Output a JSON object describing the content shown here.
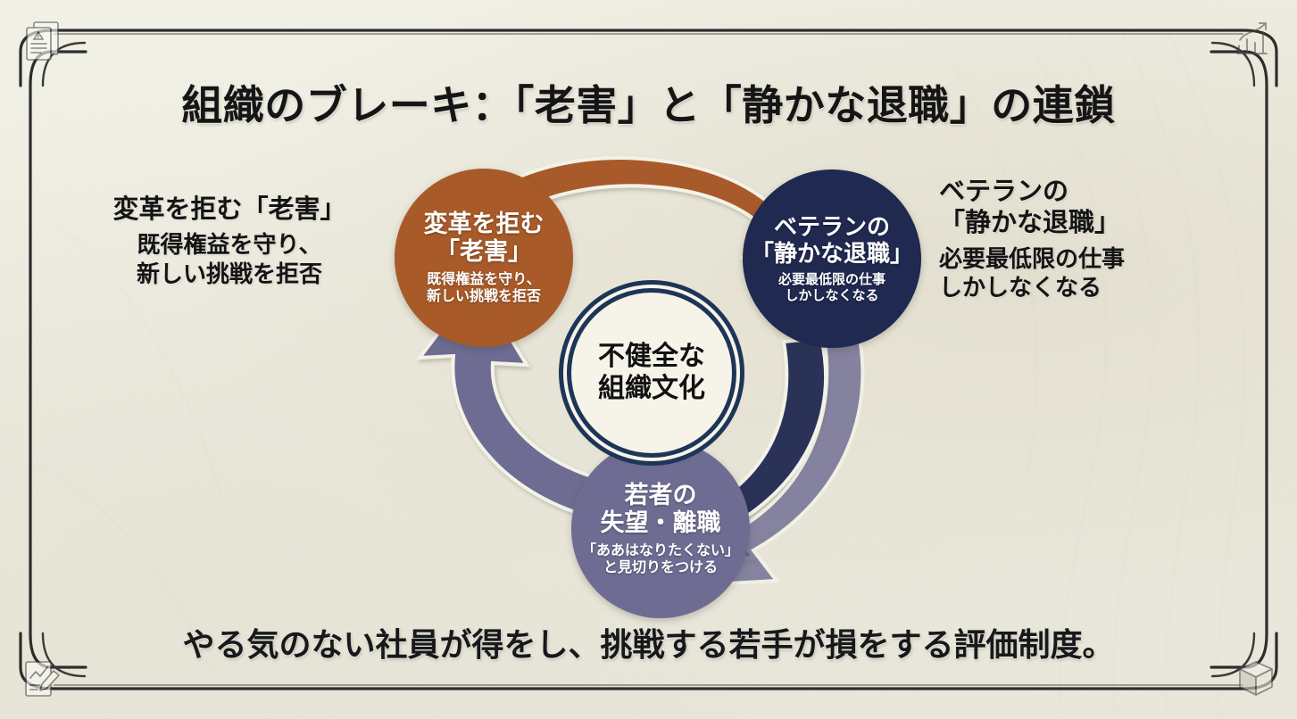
{
  "slide": {
    "title": "組織のブレーキ：「老害」と「静かな退職」の連鎖",
    "bottom_statement": "やる気のない社員が得をし、挑戦する若手が損をする評価制度。",
    "background_color": "#efeee2"
  },
  "callouts": {
    "left": {
      "heading": "変革を拒む「老害」",
      "body": "既得権益を守り、\n新しい挑戦を拒否",
      "body_line1": "既得権益を守り、",
      "body_line2": "新しい挑戦を拒否"
    },
    "right": {
      "heading_line1": "ベテランの",
      "heading_line2": "「静かな退職」",
      "body_line1": "必要最低限の仕事",
      "body_line2": "しかしなくなる"
    }
  },
  "cycle": {
    "center": {
      "label_line1": "不健全な",
      "label_line2": "組織文化",
      "ring_color": "#1d3557",
      "fill_color": "#f6f4e9"
    },
    "nodes": [
      {
        "id": "rojigai",
        "title_line1": "変革を拒む",
        "title_line2": "「老害」",
        "sub_line1": "既得権益を守り、",
        "sub_line2": "新しい挑戦を拒否",
        "color": "#a85a29"
      },
      {
        "id": "quiet-quitting",
        "title_line1": "ベテランの",
        "title_line2": "「静かな退職」",
        "sub_line1": "必要最低限の仕事",
        "sub_line2": "しかしなくなる",
        "color": "#20294f"
      },
      {
        "id": "youth-attrition",
        "title_line1": "若者の",
        "title_line2": "失望・離職",
        "sub_line1": "「ああはなりたくない」",
        "sub_line2": "と見切りをつける",
        "color": "#6e6c92"
      }
    ],
    "arrows": [
      {
        "id": "arrow-orange",
        "from": "rojigai",
        "to": "quiet-quitting",
        "color": "#a85a29"
      },
      {
        "id": "arrow-navy",
        "from": "quiet-quitting",
        "to": "youth-attrition",
        "color": "#2b3059"
      },
      {
        "id": "arrow-purple",
        "from": "youth-attrition",
        "to": "rojigai",
        "color": "#6e6c92"
      }
    ]
  },
  "decor": {
    "corner_icons": [
      {
        "position": "top-left",
        "name": "document-report-icon"
      },
      {
        "position": "top-right",
        "name": "bar-chart-growth-icon"
      },
      {
        "position": "bottom-left",
        "name": "chart-document-pen-icon"
      },
      {
        "position": "bottom-right",
        "name": "cube-box-icon"
      }
    ]
  }
}
